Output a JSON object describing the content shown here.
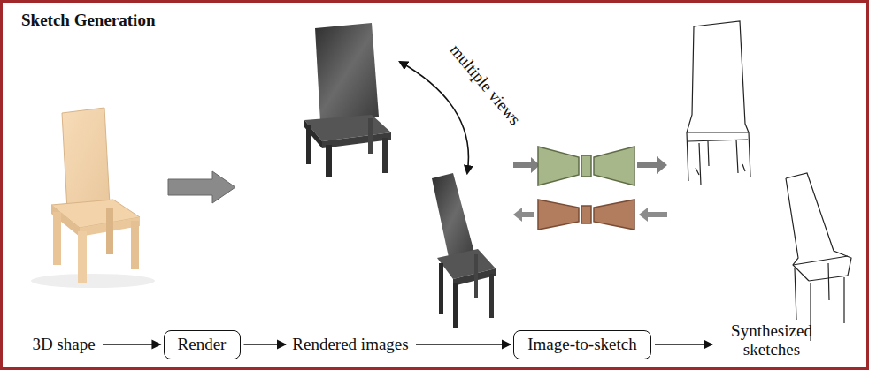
{
  "diagram": {
    "title": "Sketch Generation",
    "nodes": [
      {
        "text": [
          "3D shape"
        ]
      },
      {
        "text": [
          "Render"
        ]
      },
      {
        "text": [
          "Rendered images"
        ]
      },
      {
        "text": [
          "Image-to-sketch"
        ]
      },
      {
        "text": [
          "Synthesized sketches"
        ]
      }
    ],
    "edges": [
      {
        "from": 0,
        "to": 1,
        "arrow": "to"
      },
      {
        "from": 1,
        "to": 2,
        "arrow": "to"
      },
      {
        "from": 2,
        "to": 3,
        "arrow": "to"
      },
      {
        "from": 3,
        "to": 4,
        "arrow": "to"
      }
    ],
    "labels": [
      "multiple views"
    ]
  }
}
